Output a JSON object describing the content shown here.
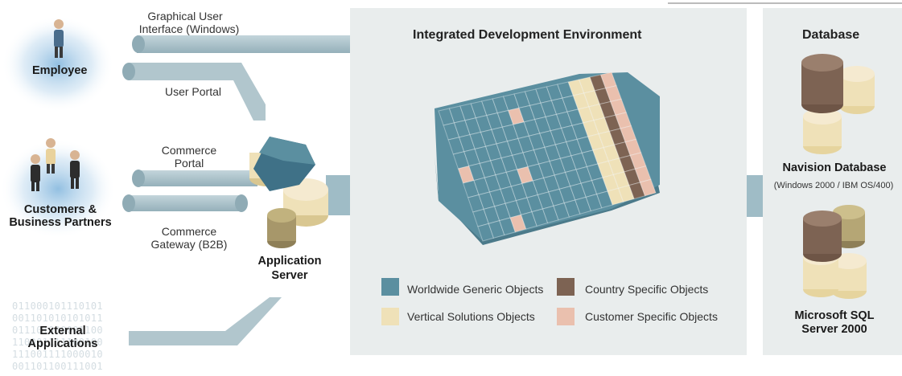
{
  "actors": {
    "employee": "Employee",
    "customers_line1": "Customers &",
    "customers_line2": "Business Partners",
    "external_line1": "External",
    "external_line2": "Applications",
    "binary_lines": [
      "011000101110101",
      "001101010101011",
      "011101000001100",
      "110001111100100",
      "111001111000010",
      "001101100111001"
    ]
  },
  "connections": {
    "gui_line1": "Graphical User",
    "gui_line2": "Interface (Windows)",
    "user_portal": "User Portal",
    "commerce_portal_line1": "Commerce",
    "commerce_portal_line2": "Portal",
    "commerce_gateway_line1": "Commerce",
    "commerce_gateway_line2": "Gateway (B2B)"
  },
  "app_server": {
    "line1": "Application",
    "line2": "Server"
  },
  "ide": {
    "title": "Integrated Development Environment"
  },
  "legend": [
    {
      "label": "Worldwide Generic Objects",
      "color": "#5b8fa0"
    },
    {
      "label": "Vertical Solutions Objects",
      "color": "#efe1b8"
    },
    {
      "label": "Country Specific Objects",
      "color": "#7d6353"
    },
    {
      "label": "Customer Specific Objects",
      "color": "#eac0ae"
    }
  ],
  "database": {
    "title": "Database",
    "navision": "Navision Database",
    "navision_sub": "(Windows 2000 / IBM OS/400)",
    "sql_line1": "Microsoft SQL",
    "sql_line2": "Server 2000"
  },
  "colors": {
    "panel": "#e9eded",
    "pipe": "#a9c0c8",
    "generic": "#5b8fa0",
    "vertical": "#efe1b8",
    "country": "#7d6353",
    "customer": "#eac0ae",
    "hexagon": "#4f8398"
  }
}
